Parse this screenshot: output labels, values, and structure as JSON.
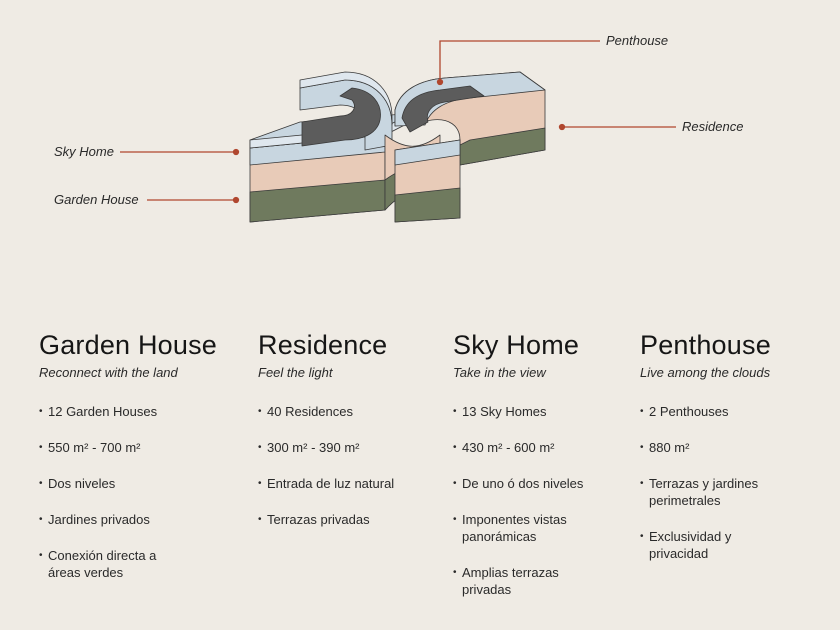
{
  "diagram": {
    "labels": {
      "penthouse": "Penthouse",
      "residence": "Residence",
      "sky_home": "Sky Home",
      "garden_house": "Garden House"
    },
    "colors": {
      "sky_home": "#c8d6e0",
      "residence": "#e8cbb8",
      "garden_house": "#6f7a5e",
      "penthouse": "#5c5c5c",
      "callout_line": "#b0472f",
      "background": "#efebe4"
    }
  },
  "columns": [
    {
      "title": "Garden House",
      "subtitle": "Reconnect with the land",
      "items": [
        "12 Garden Houses",
        "550 m² - 700 m²",
        "Dos niveles",
        "Jardines privados",
        "Conexión directa a áreas verdes"
      ]
    },
    {
      "title": "Residence",
      "subtitle": "Feel the light",
      "items": [
        "40 Residences",
        "300 m² - 390 m²",
        "Entrada de luz natural",
        "Terrazas privadas"
      ]
    },
    {
      "title": "Sky Home",
      "subtitle": "Take in the view",
      "items": [
        "13 Sky Homes",
        "430 m² - 600 m²",
        "De uno ó dos niveles",
        "Imponentes vistas panorámicas",
        "Amplias terrazas privadas"
      ]
    },
    {
      "title": "Penthouse",
      "subtitle": "Live among the clouds",
      "items": [
        "2 Penthouses",
        "880 m²",
        "Terrazas y jardines perimetrales",
        "Exclusividad y privacidad"
      ]
    }
  ]
}
